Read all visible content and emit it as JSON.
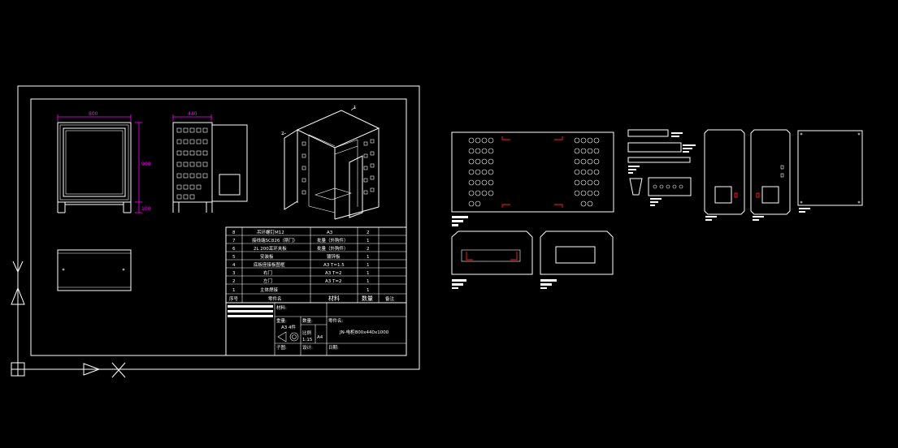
{
  "dimensions": {
    "width_label": "800",
    "side_width_label": "440",
    "height_label": "900",
    "base_label": "100"
  },
  "bom": {
    "rows": [
      {
        "no": "8",
        "name": "吊环螺钉M12",
        "material": "A3",
        "qty": "2"
      },
      {
        "no": "7",
        "name": "接线端SC826（斯门）",
        "material": "批量（外购件）",
        "qty": "1"
      },
      {
        "no": "6",
        "name": "2L 200耳环夹板",
        "material": "批量（外购件）",
        "qty": "2"
      },
      {
        "no": "5",
        "name": "安装板",
        "material": "镀锌板",
        "qty": "1"
      },
      {
        "no": "4",
        "name": "底板座接板图框",
        "material": "A3 T=1.5",
        "qty": "1"
      },
      {
        "no": "3",
        "name": "右门",
        "material": "A3 T=2",
        "qty": "1"
      },
      {
        "no": "2",
        "name": "左门",
        "material": "A3 T=2",
        "qty": "1"
      },
      {
        "no": "1",
        "name": "主体焊接",
        "material": "",
        "qty": "1"
      }
    ],
    "header": {
      "no": "序号",
      "name": "零件名",
      "material": "材料",
      "qty": "数量",
      "note": "备注"
    }
  },
  "titleblock": {
    "material_label": "材料:",
    "weight_label": "重量:",
    "weight_value": "A3 4件",
    "qty_label": "数量:",
    "scale_label": "比例",
    "scale_value": "1:15",
    "size": "A4",
    "part_label": "零件名:",
    "part_name": "JN-电柜800x440x1000",
    "drawn_label": "子图:",
    "design_label": "设计:",
    "date_label": "日期:"
  },
  "callouts": {
    "c1": "1",
    "c2": "2"
  },
  "colors": {
    "line": "#ffffff",
    "dim": "#ff00ff",
    "mark": "#ff2020",
    "bg": "#000000"
  }
}
